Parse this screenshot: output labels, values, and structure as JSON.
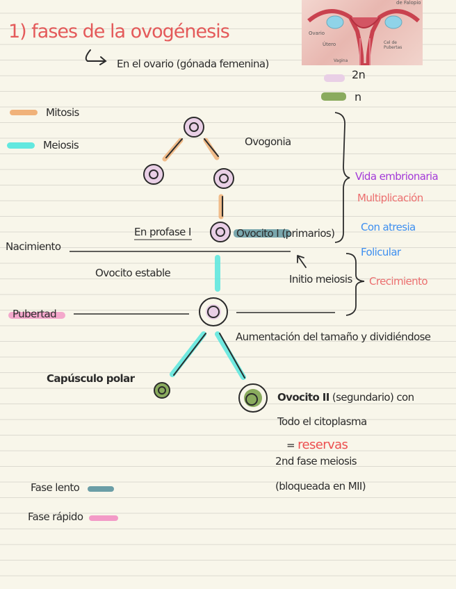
{
  "colors": {
    "title": "#e45a5a",
    "mitosis": "#f0b27a",
    "meiosis": "#62e8df",
    "diploid": "#e9cfe6",
    "haploid": "#8aab5e",
    "slow_phase": "#6b9ea6",
    "fast_phase": "#f39ac7",
    "purple": "#a339d8",
    "salmon": "#ec6f6f",
    "blue": "#3e8ff0"
  },
  "heading": {
    "title": "1) fases de la ovogénesis",
    "location": "En el ovario (gónada femenina)"
  },
  "anatomy_image": {
    "labels": [
      "de Falopio",
      "Ovario",
      "Útero",
      "Cel de Pubertas",
      "Vagina"
    ]
  },
  "legend": {
    "diploid": "2n",
    "haploid": "n",
    "mitosis": "Mitosis",
    "meiosis": "Meiosis",
    "slow_phase": "Fase lento",
    "fast_phase": "Fase rápido"
  },
  "diagram": {
    "ovogonia": "Ovogonia",
    "prophase": "En profase I",
    "primary_oocyte_name": "Ovocito I",
    "primary_oocyte_note": "(primarios)",
    "birth": "Nacimiento",
    "stable_oocyte": "Ovocito estable",
    "meiosis_start": "Initio meiosis",
    "puberty": "Pubertad",
    "growth_division": "Aumentación del tamaño y dividiéndose",
    "polar_body": "Capúsculo polar",
    "secondary_oocyte_name": "Ovocito II",
    "secondary_oocyte_rest": "(segundario) con",
    "cytoplasm": "Todo el citoplasma",
    "reserves_prefix": "=",
    "reserves": "reservas",
    "second_phase": "2nd fase meiosis",
    "blocked": "(bloqueada en MII)"
  },
  "side_notes": {
    "embryonic": "Vida embrionaria",
    "multiplication": "Multiplicación",
    "atresia": "Con atresia",
    "follicular": "Folicular",
    "growth": "Crecimiento"
  }
}
